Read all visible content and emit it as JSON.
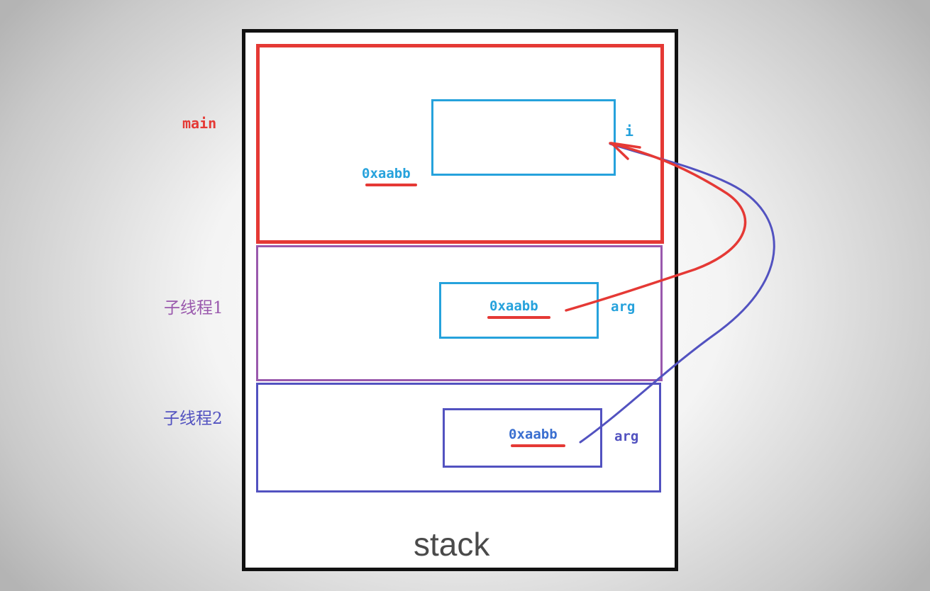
{
  "frames": {
    "main_label": "main",
    "thread1_label": "子线程1",
    "thread2_label": "子线程2",
    "stack_label": "stack"
  },
  "variables": {
    "i_label": "i",
    "main_address": "0xaabb",
    "thread1_address": "0xaabb",
    "thread2_address": "0xaabb",
    "thread1_arg_label": "arg",
    "thread2_arg_label": "arg"
  },
  "colors": {
    "main": "#e53935",
    "thread1": "#9a59ad",
    "thread2": "#5252c0",
    "variable": "#26a2dc",
    "stack_border": "#111111"
  }
}
